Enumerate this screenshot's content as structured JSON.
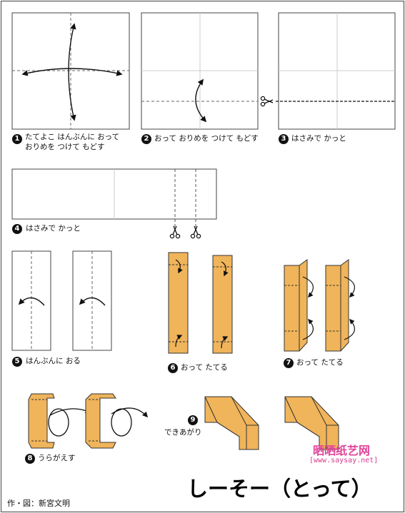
{
  "steps": [
    {
      "num": "1",
      "text_line1": "たてよこ はんぶんに おって",
      "text_line2": "おりめを つけて もどす"
    },
    {
      "num": "2",
      "text_line1": "おって おりめを つけて もどす"
    },
    {
      "num": "3",
      "text_line1": "はさみで かっと"
    },
    {
      "num": "4",
      "text_line1": "はさみで かっと"
    },
    {
      "num": "5",
      "text_line1": "はんぶんに おる"
    },
    {
      "num": "6",
      "text_line1": "おって たてる"
    },
    {
      "num": "7",
      "text_line1": "おって たてる"
    },
    {
      "num": "8",
      "text_line1": "うらがえす"
    },
    {
      "num": "9",
      "text_line1": "できあがり"
    }
  ],
  "title": "しーそー（とって）",
  "credit": "作・図：新宮文明",
  "watermark": {
    "name": "晒晒纸艺网",
    "url": "[www.saysay.net]"
  },
  "colors": {
    "paper_orange": "#f0b45a",
    "outline": "#333333",
    "dashed": "#555555",
    "logo_pink": "#e0459a"
  },
  "icons": [
    "scissors-icon",
    "curved-arrow-icon",
    "flip-arrow-icon"
  ]
}
